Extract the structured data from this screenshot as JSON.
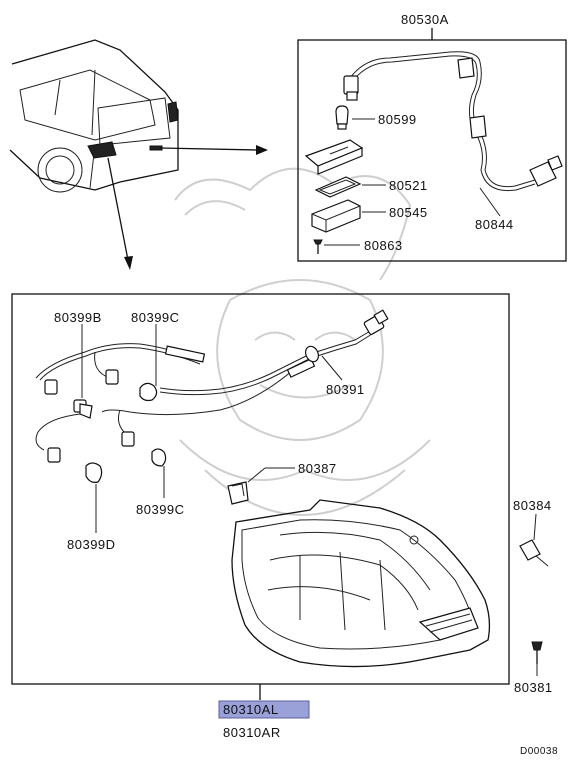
{
  "parts": {
    "harness_80530A": "80530A",
    "bulb_80599": "80599",
    "lens_80521": "80521",
    "housing_80545": "80545",
    "harness_80844": "80844",
    "screw_80863": "80863",
    "socket_80399B": "80399B",
    "socket_80399C_top": "80399C",
    "harness_80391": "80391",
    "clip_80387": "80387",
    "socket_80399C_bottom": "80399C",
    "socket_80399D": "80399D",
    "grommet_80384": "80384",
    "screw_80381": "80381",
    "lamp_left": "80310AL",
    "lamp_right": "80310AR"
  },
  "diagram_code": "D00038",
  "colors": {
    "highlight": "#9aa0d8",
    "line": "#111111"
  }
}
